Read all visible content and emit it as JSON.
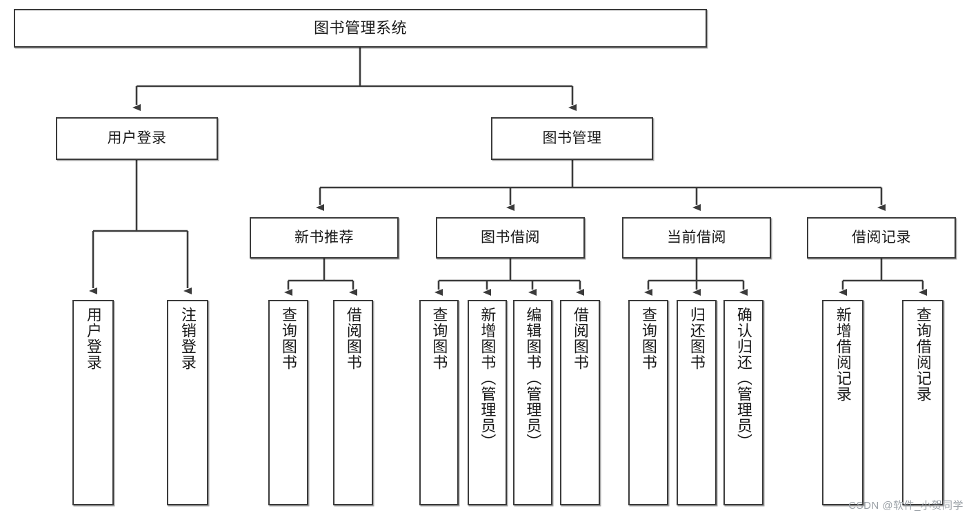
{
  "diagram": {
    "title": "图书管理系统",
    "watermark": "CSDN @软件_小贺同学",
    "line_color": "#3b3b3b",
    "box_fill": "#ffffff",
    "text_color": "#1a1a1a",
    "watermark_color": "#9aa0a6"
  },
  "nodes": {
    "root": {
      "label": "图书管理系统"
    },
    "level1": [
      {
        "label": "用户登录"
      },
      {
        "label": "图书管理"
      }
    ],
    "level2": [
      {
        "label": "新书推荐"
      },
      {
        "label": "图书借阅"
      },
      {
        "label": "当前借阅"
      },
      {
        "label": "借阅记录"
      }
    ],
    "leaves": {
      "user_login": [
        {
          "label": "用户登录"
        },
        {
          "label": "注销登录"
        }
      ],
      "new_book": [
        {
          "label": "查询图书"
        },
        {
          "label": "借阅图书"
        }
      ],
      "book_borrow": [
        {
          "label": "查询图书"
        },
        {
          "label": "新增图书（管理员）"
        },
        {
          "label": "编辑图书（管理员）"
        },
        {
          "label": "借阅图书"
        }
      ],
      "current_borrow": [
        {
          "label": "查询图书"
        },
        {
          "label": "归还图书"
        },
        {
          "label": "确认归还（管理员）"
        }
      ],
      "borrow_record": [
        {
          "label": "新增借阅记录"
        },
        {
          "label": "查询借阅记录"
        }
      ]
    }
  }
}
